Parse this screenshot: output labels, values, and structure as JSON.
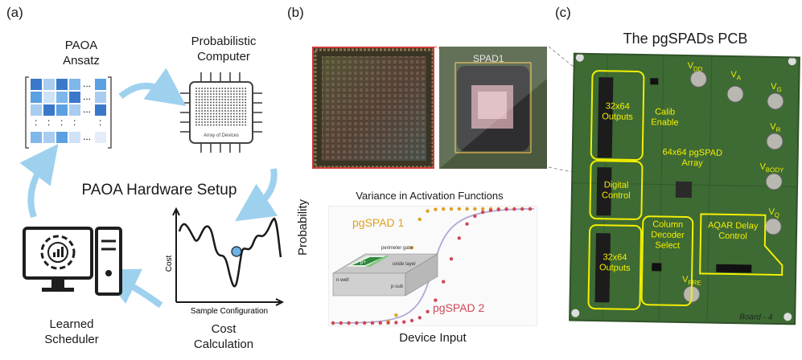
{
  "panels": {
    "a": "(a)",
    "b": "(b)",
    "c": "(c)"
  },
  "panel_a": {
    "ansatz_title": "PAOA",
    "ansatz_subtitle": "Ansatz",
    "computer_title": "Probabilistic",
    "computer_subtitle": "Computer",
    "chip_label": "Array of Devices",
    "center_title": "PAOA Hardware Setup",
    "scheduler_line1": "Learned",
    "scheduler_line2": "Scheduler",
    "cost_line1": "Cost",
    "cost_line2": "Calculation",
    "plot_ylabel": "Cost",
    "plot_xlabel": "Sample Configuration",
    "matrix_dots": "...",
    "matrix_vdots": ":"
  },
  "panel_b": {
    "chip_label": "SPAD1",
    "plot_title": "Variance in Activation Functions",
    "series1": "pgSPAD 1",
    "series2": "pgSPAD 2",
    "ylabel": "Probability",
    "xlabel": "Device Input",
    "inset_labels": {
      "gate": "perimeter gate",
      "p": "p+",
      "oxide": "oxide layer",
      "nwell": "n-well",
      "psub": "p-sub"
    },
    "colors": {
      "series1": "#e0a020",
      "series2": "#d04858",
      "fit": "#b0a8d8"
    }
  },
  "panel_c": {
    "title": "The pgSPADs PCB",
    "outputs_top": "32x64 Outputs",
    "calib": "Calib Enable",
    "digital": "Digital Control",
    "array": "64x64 pgSPAD Array",
    "outputs_bottom": "32x64 Outputs",
    "column": "Column Decoder Select",
    "aqar": "AQAR Delay Control",
    "vdd": "V",
    "vdd_sub": "DD",
    "va": "V",
    "va_sub": "A",
    "vg": "V",
    "vg_sub": "G",
    "vr": "V",
    "vr_sub": "R",
    "vbody": "V",
    "vbody_sub": "BODY",
    "vq": "V",
    "vq_sub": "Q",
    "vpre": "V",
    "vpre_sub": "PRE",
    "board_handwriting": "Board - 4",
    "colors": {
      "board": "#3e6a34",
      "label": "#f3f000"
    }
  }
}
